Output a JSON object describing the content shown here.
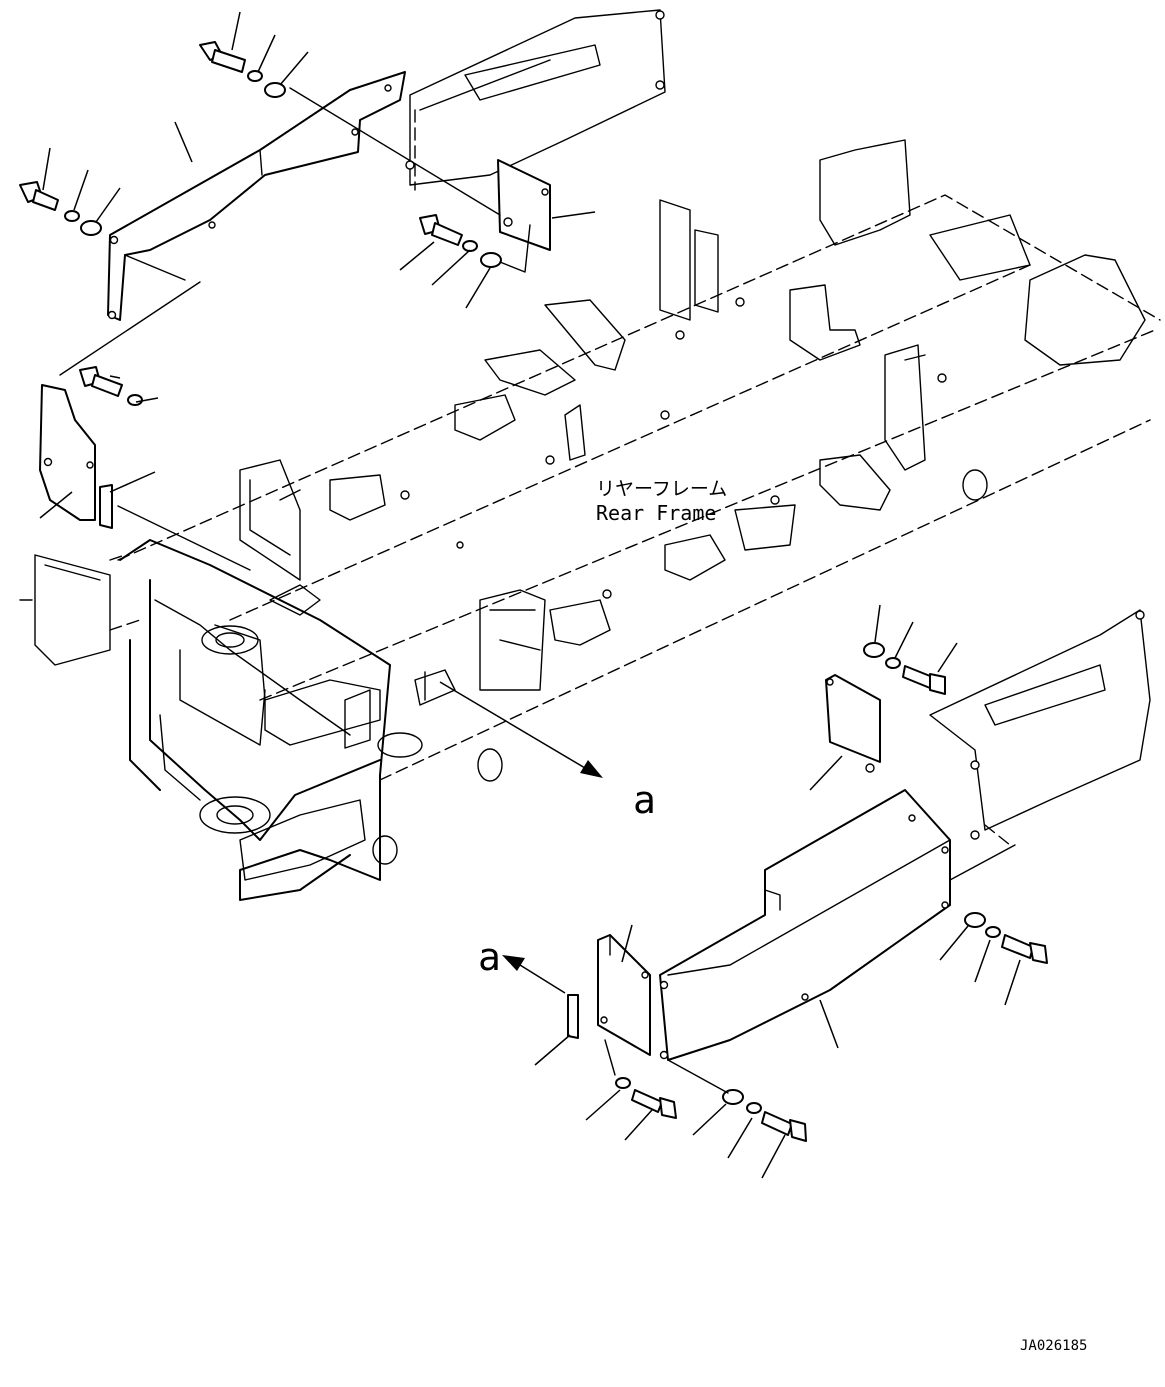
{
  "drawing": {
    "frame_label_jp": "リヤーフレーム",
    "frame_label_en": "Rear Frame",
    "view_marker_top": "a",
    "view_marker_bottom": "a",
    "drawing_number": "JA026185"
  }
}
